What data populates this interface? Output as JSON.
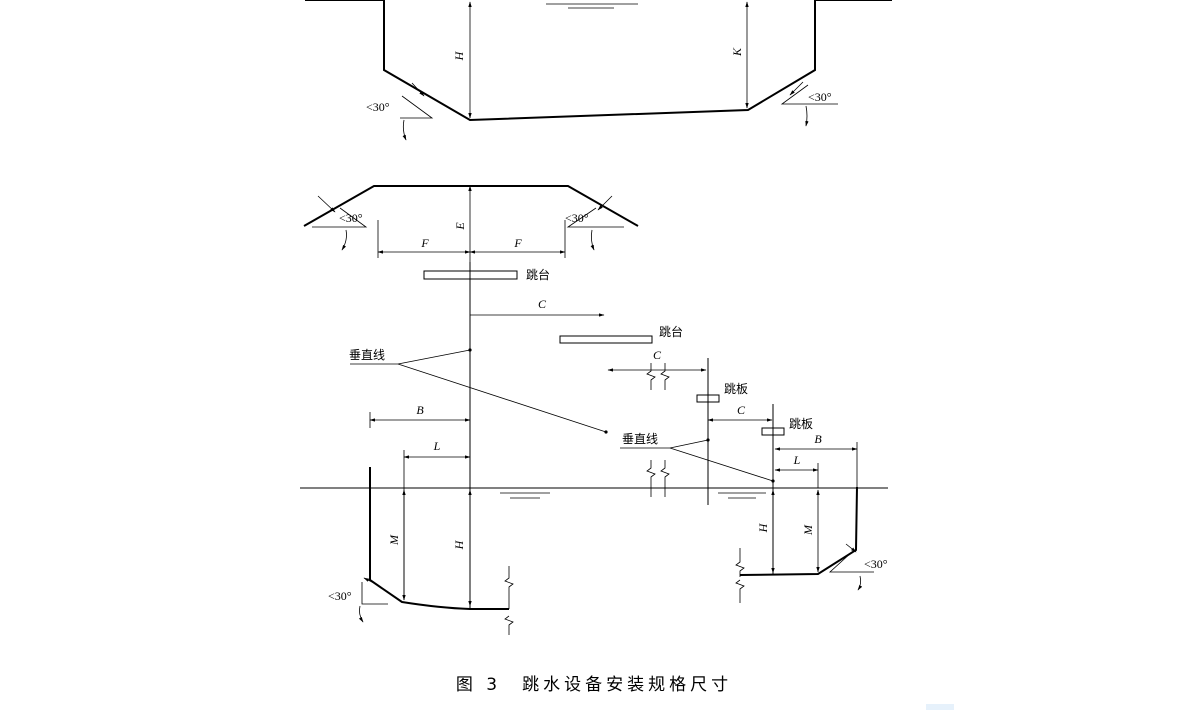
{
  "figure": {
    "caption": "图 3　跳水设备安装规格尺寸"
  },
  "labels": {
    "H": "H",
    "K": "K",
    "E": "E",
    "F": "F",
    "C": "C",
    "B": "B",
    "L": "L",
    "M": "M",
    "angle": "<30°",
    "platform": "跳台",
    "springboard": "跳板",
    "plumb_line": "垂直线"
  }
}
